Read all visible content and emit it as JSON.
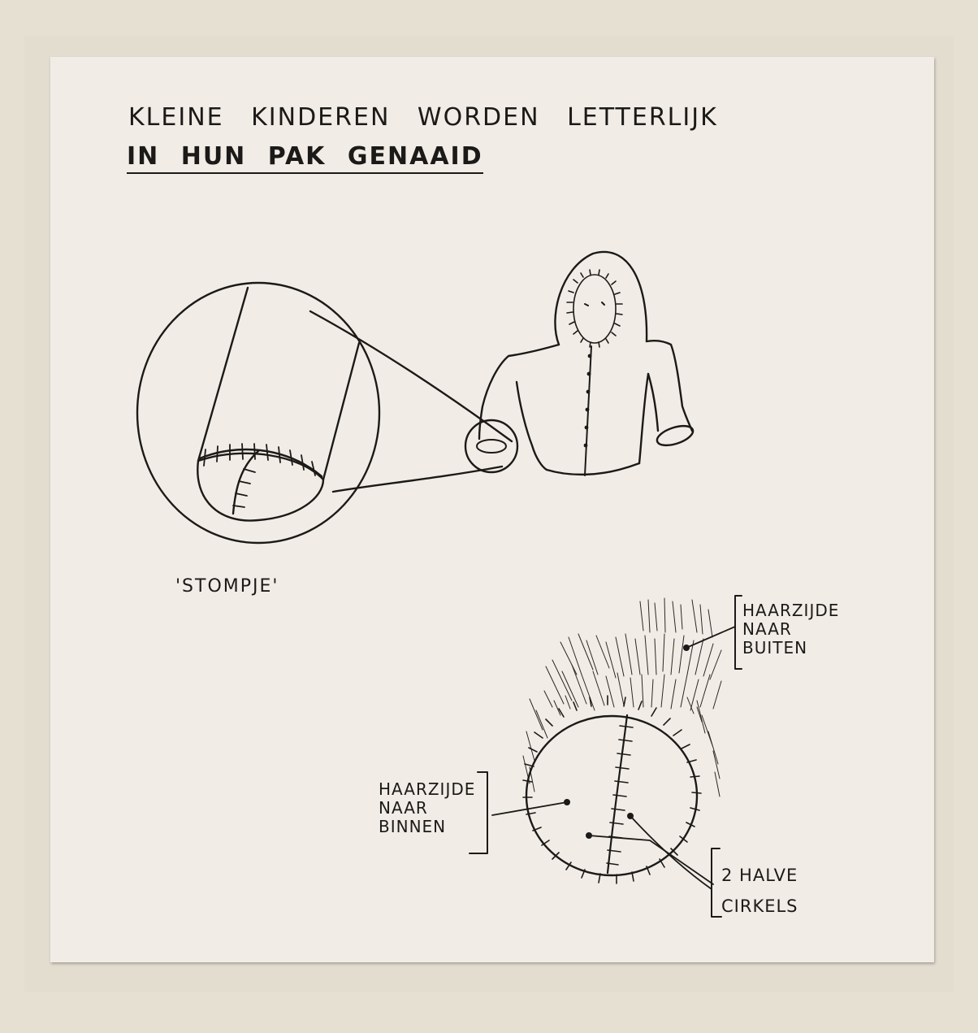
{
  "title": {
    "line1": "KLEINE KINDEREN WORDEN LETTERLIJK",
    "line2": "IN HUN PAK GENAAID"
  },
  "caption": "'STOMPJE'",
  "labels": {
    "hair_outside": [
      "HAARZIJDE",
      "NAAR",
      "BUITEN"
    ],
    "hair_inside": [
      "HAARZIJDE",
      "NAAR",
      "BINNEN"
    ],
    "two_halves": [
      "2 HALVE",
      "CIRKELS"
    ]
  }
}
